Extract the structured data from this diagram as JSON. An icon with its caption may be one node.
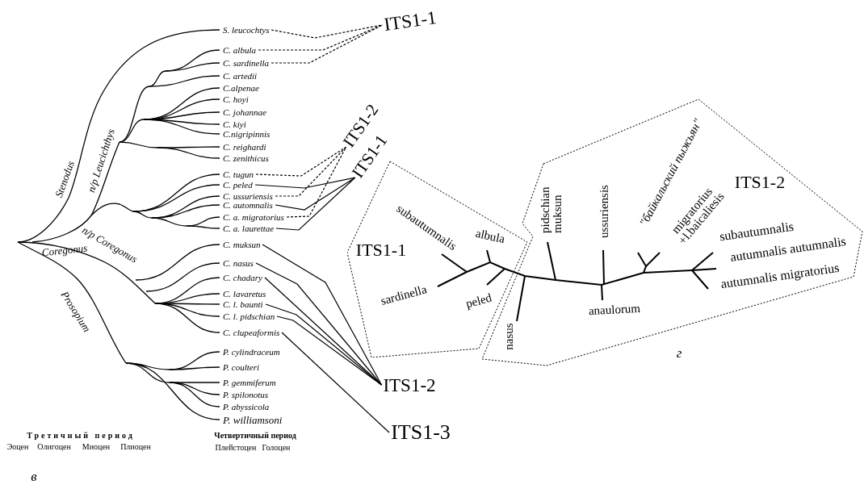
{
  "diagram": {
    "nodes": [
      {
        "text": [
          "S. leucochtys"
        ]
      },
      {
        "text": [
          "C. albula"
        ]
      },
      {
        "text": [
          "C. sardinella"
        ]
      },
      {
        "text": [
          "C. artedii"
        ]
      },
      {
        "text": [
          "C.alpenae"
        ]
      },
      {
        "text": [
          "C. hoyi"
        ]
      },
      {
        "text": [
          "C. johannae"
        ]
      },
      {
        "text": [
          "C. kiyi"
        ]
      },
      {
        "text": [
          "C.nigripinnis"
        ]
      },
      {
        "text": [
          "C. reighardi"
        ]
      },
      {
        "text": [
          "C. zenithicus"
        ]
      },
      {
        "text": [
          "C. tugun"
        ]
      },
      {
        "text": [
          "C. peled"
        ]
      },
      {
        "text": [
          "C. ussuriensis"
        ]
      },
      {
        "text": [
          "C. automnalis"
        ]
      },
      {
        "text": [
          "C. a. migratorius"
        ]
      },
      {
        "text": [
          "C. a. laurettae"
        ]
      },
      {
        "text": [
          "C. muksun"
        ]
      },
      {
        "text": [
          "C. nasus"
        ]
      },
      {
        "text": [
          "C. chadary"
        ]
      },
      {
        "text": [
          "C. lavaretus"
        ]
      },
      {
        "text": [
          "C. l. baunti"
        ]
      },
      {
        "text": [
          "C. l. pidschian"
        ]
      },
      {
        "text": [
          "C. clupeaformis"
        ]
      },
      {
        "text": [
          "P. cylindraceum"
        ]
      },
      {
        "text": [
          "P. coulteri"
        ]
      },
      {
        "text": [
          "P. gemmiferum"
        ]
      },
      {
        "text": [
          "P. spilonotus"
        ]
      },
      {
        "text": [
          "P. abyssicola"
        ]
      },
      {
        "text": [
          "P. williamsoni"
        ]
      },
      {
        "text": [
          "ITS1-1"
        ]
      },
      {
        "text": [
          "ITS1-2"
        ]
      },
      {
        "text": [
          "ITS1-1"
        ]
      },
      {
        "text": [
          "ITS1-2"
        ]
      },
      {
        "text": [
          "ITS1-3"
        ]
      },
      {
        "text": [
          "ITS1-1"
        ]
      },
      {
        "text": [
          "ITS1-2"
        ]
      }
    ],
    "edges": [
      {
        "from": 0,
        "to": 30,
        "arrow": "none",
        "style": "dashed"
      },
      {
        "from": 1,
        "to": 30,
        "arrow": "none",
        "style": "dashed"
      },
      {
        "from": 2,
        "to": 30,
        "arrow": "none",
        "style": "dashed"
      },
      {
        "from": 11,
        "to": 31,
        "arrow": "none",
        "style": "dashed"
      },
      {
        "from": 12,
        "to": 32,
        "arrow": "none"
      },
      {
        "from": 13,
        "to": 31,
        "arrow": "none",
        "style": "dashed"
      },
      {
        "from": 14,
        "to": 32,
        "arrow": "none"
      },
      {
        "from": 15,
        "to": 31,
        "arrow": "none",
        "style": "dashed"
      },
      {
        "from": 16,
        "to": 32,
        "arrow": "none"
      },
      {
        "from": 17,
        "to": 33,
        "arrow": "none"
      },
      {
        "from": 18,
        "to": 33,
        "arrow": "none"
      },
      {
        "from": 19,
        "to": 33,
        "arrow": "none"
      },
      {
        "from": 21,
        "to": 33,
        "arrow": "none"
      },
      {
        "from": 22,
        "to": 33,
        "arrow": "none"
      },
      {
        "from": 23,
        "to": 34,
        "arrow": "none"
      }
    ],
    "labels": [
      "Stenodus",
      "п/р Leucichthys",
      "п/р Coregonus",
      "Coregonus",
      "Prosopium",
      "subautumnalis",
      "albula",
      "sardinella",
      "peled",
      "nasus",
      "pidschian muksun",
      "ussuriensis",
      "anaulorum",
      "\"байкальский пыжьян\"",
      "migratorius +l.baicaliesis",
      "subautumnalis",
      "autumnalis autumnalis",
      "autumnalis migratorius",
      "Третичный период",
      "Эоцен",
      "Олигоцен",
      "Миоцен",
      "Плиоцен",
      "Четвертичный период",
      "Плейстоцен",
      "Голоцен",
      "в",
      "г"
    ]
  }
}
